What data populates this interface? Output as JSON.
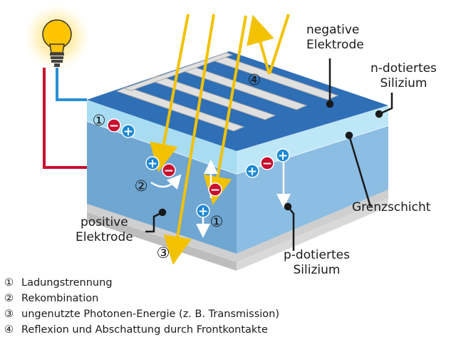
{
  "labels": {
    "negative_electrode": [
      "negative",
      "Elektrode"
    ],
    "n_doped": [
      "n-dotiertes",
      "Silizium"
    ],
    "junction": "Grenzschicht",
    "positive_electrode": [
      "positive",
      "Elektrode"
    ],
    "p_doped": [
      "p-dotiertes",
      "Silizium"
    ]
  },
  "markers": [
    "①",
    "②",
    "③",
    "④"
  ],
  "charges": {
    "minus": "−",
    "plus": "+"
  },
  "legend": [
    {
      "num": "①",
      "text": "Ladungstrennung"
    },
    {
      "num": "②",
      "text": "Rekombination"
    },
    {
      "num": "③",
      "text": "ungenutzte Photonen-Energie (z. B. Transmission)"
    },
    {
      "num": "④",
      "text": "Reflexion und Abschattung durch Frontkontakte"
    }
  ],
  "colors": {
    "light_ray": "#f2c200",
    "top_surface": "#2f6fb6",
    "n_layer": "#a7dcf2",
    "p_layer": "#7fb3d8",
    "back_contact": "#c8c8c8",
    "minus_charge": "#c8102e",
    "plus_charge": "#1e88d6",
    "wire_red": "#c8102e",
    "wire_blue": "#2a8fd8"
  },
  "icons": [
    "light-bulb-icon"
  ]
}
